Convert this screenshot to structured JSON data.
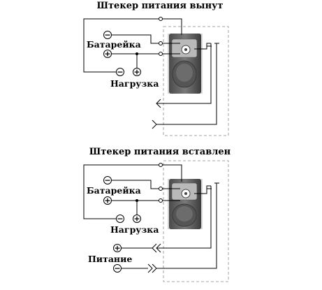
{
  "top": {
    "title": "Штекер питания вынут",
    "battery_label": "Батарейка",
    "load_label": "Нагрузка"
  },
  "bottom": {
    "title": "Штекер питания вставлен",
    "battery_label": "Батарейка",
    "load_label": "Нагрузка",
    "power_label": "Питание"
  },
  "symbols": {
    "minus": "−",
    "plus": "+"
  }
}
